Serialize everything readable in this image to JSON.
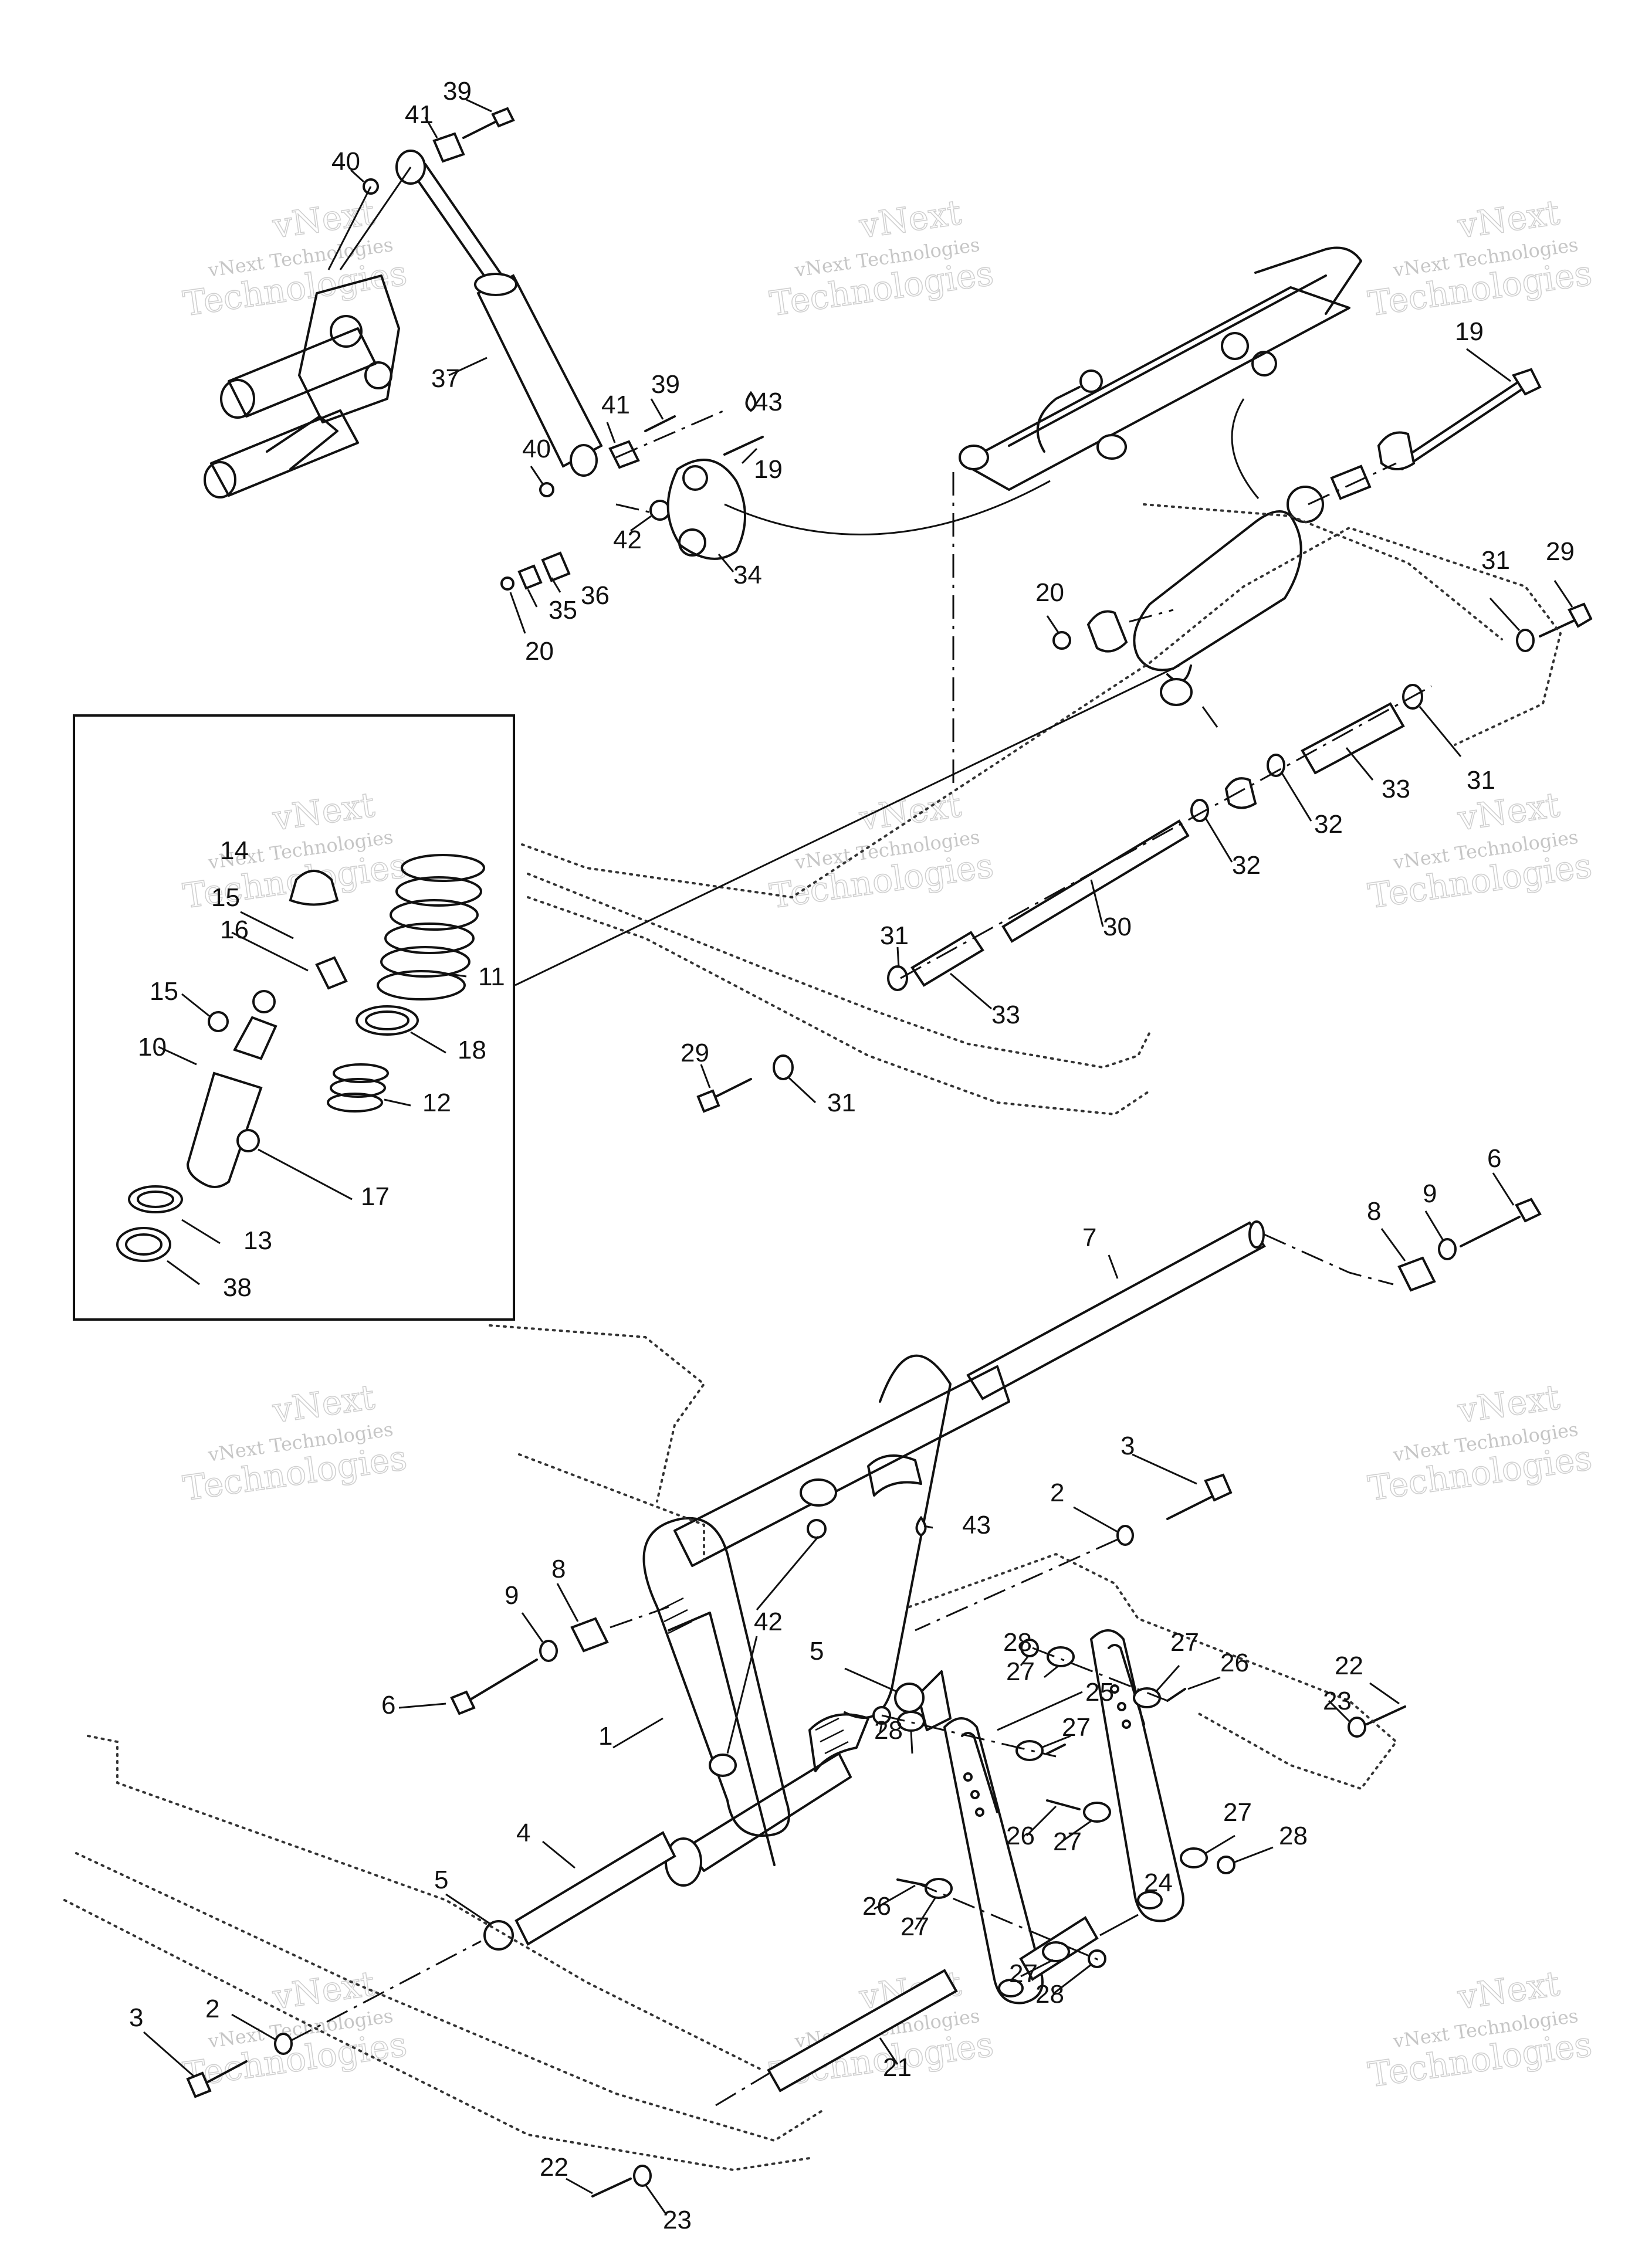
{
  "watermark": {
    "line1": "vNext",
    "line2": "vNext Technologies",
    "line3": "Technologies"
  },
  "callouts": [
    "1",
    "2",
    "2",
    "3",
    "3",
    "4",
    "5",
    "5",
    "6",
    "6",
    "7",
    "8",
    "8",
    "9",
    "9",
    "10",
    "11",
    "12",
    "13",
    "14",
    "15",
    "15",
    "16",
    "17",
    "18",
    "19",
    "19",
    "20",
    "20",
    "21",
    "22",
    "22",
    "23",
    "23",
    "24",
    "25",
    "26",
    "26",
    "26",
    "27",
    "27",
    "27",
    "27",
    "27",
    "27",
    "27",
    "28",
    "28",
    "28",
    "28",
    "29",
    "29",
    "30",
    "31",
    "31",
    "31",
    "31",
    "32",
    "32",
    "33",
    "33",
    "34",
    "35",
    "36",
    "37",
    "38",
    "39",
    "39",
    "40",
    "40",
    "41",
    "41",
    "42",
    "42",
    "43",
    "43"
  ]
}
